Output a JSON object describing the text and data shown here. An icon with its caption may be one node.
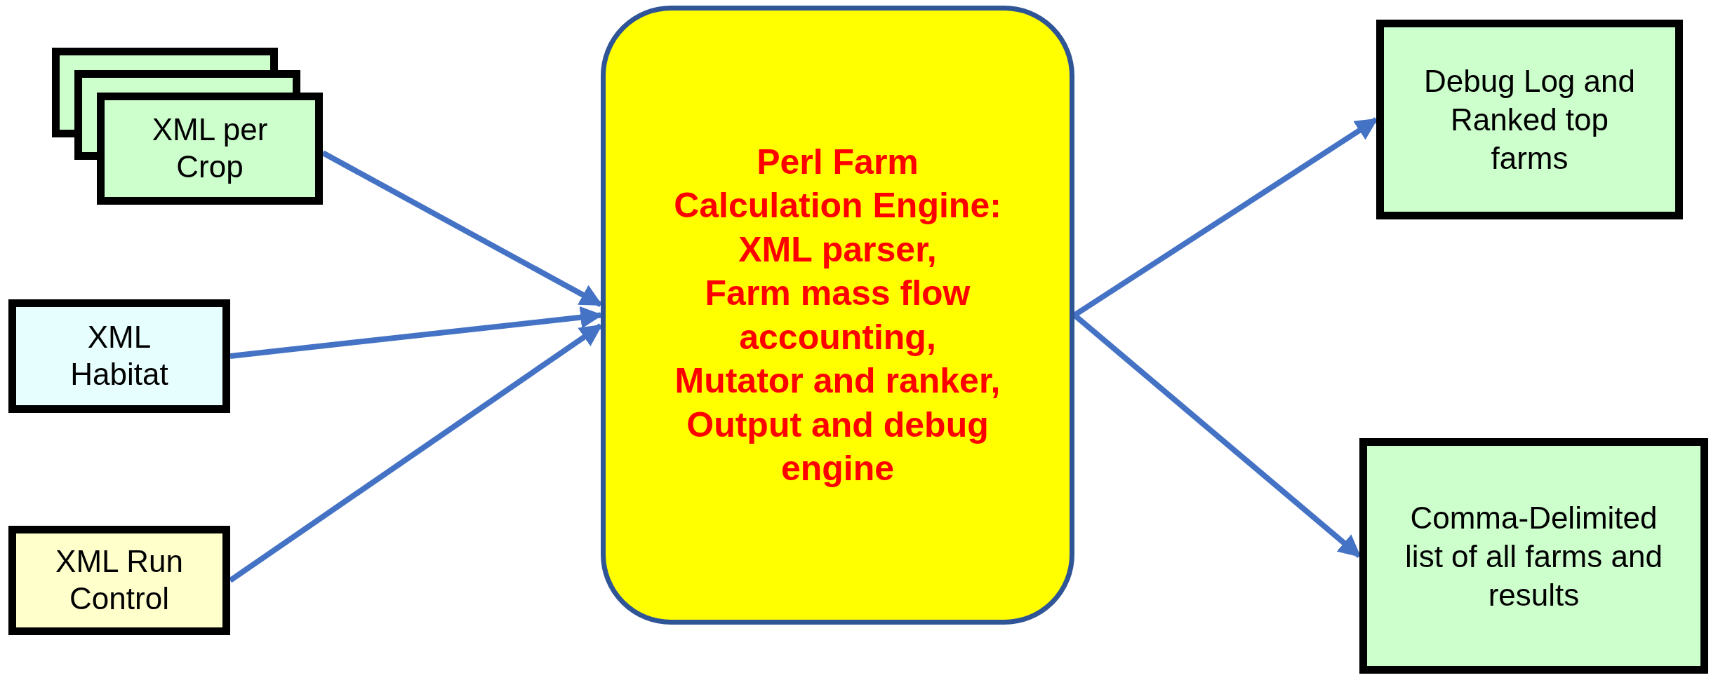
{
  "diagram": {
    "nodes": [
      {
        "text": [
          "XML per Crop"
        ]
      },
      {
        "text": [
          "XML Habitat"
        ]
      },
      {
        "text": [
          "XML Run Control"
        ]
      },
      {
        "text": [
          "Perl Farm Calculation Engine:",
          "XML parser,",
          "Farm mass flow accounting,",
          "Mutator and ranker,",
          "Output and debug engine"
        ]
      },
      {
        "text": [
          "Debug Log and Ranked top farms"
        ]
      },
      {
        "text": [
          "Comma-Delimited list of all farms and results"
        ]
      }
    ],
    "edges": [
      {
        "from": 0,
        "to": 3,
        "arrow": "to"
      },
      {
        "from": 1,
        "to": 3,
        "arrow": "to"
      },
      {
        "from": 2,
        "to": 3,
        "arrow": "to"
      },
      {
        "from": 3,
        "to": 4,
        "arrow": "to"
      },
      {
        "from": 3,
        "to": 5,
        "arrow": "to"
      }
    ]
  }
}
